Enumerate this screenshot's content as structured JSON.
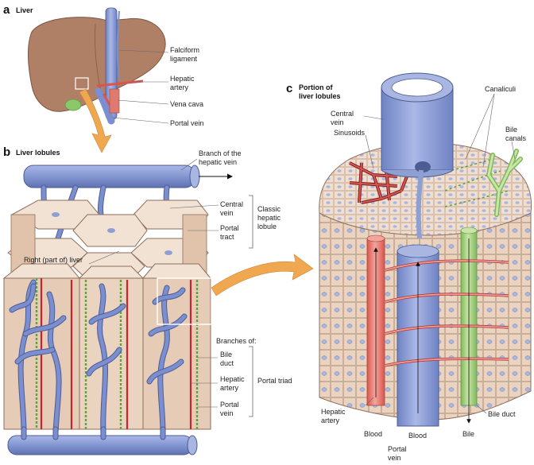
{
  "panels": {
    "a": {
      "letter": "a",
      "title": "Liver"
    },
    "b": {
      "letter": "b",
      "title": "Liver lobules"
    },
    "c": {
      "letter": "c",
      "title_line1": "Portion of",
      "title_line2": "liver lobules"
    }
  },
  "labels_a": {
    "falciform_1": "Falciform",
    "falciform_2": "ligament",
    "hepatic_artery_1": "Hepatic",
    "hepatic_artery_2": "artery",
    "vena_cava": "Vena cava",
    "portal_vein": "Portal vein"
  },
  "labels_b": {
    "branch_1": "Branch of the",
    "branch_2": "hepatic vein",
    "central_vein_1": "Central",
    "central_vein_2": "vein",
    "portal_tract_1": "Portal",
    "portal_tract_2": "tract",
    "classic_1": "Classic",
    "classic_2": "hepatic",
    "classic_3": "lobule",
    "right_liver": "Right (part of) liver",
    "branches_of": "Branches of:",
    "bile_duct_1": "Bile",
    "bile_duct_2": "duct",
    "hepatic_artery_1": "Hepatic",
    "hepatic_artery_2": "artery",
    "portal_vein_1": "Portal",
    "portal_vein_2": "vein",
    "portal_triad": "Portal triad"
  },
  "labels_c": {
    "central_vein_1": "Central",
    "central_vein_2": "vein",
    "sinusoids": "Sinusoids",
    "canaliculi": "Canaliculi",
    "bile_canals_1": "Bile",
    "bile_canals_2": "canals",
    "hepatic_artery_1": "Hepatic",
    "hepatic_artery_2": "artery",
    "blood_left": "Blood",
    "blood_mid": "Blood",
    "portal_vein_1": "Portal",
    "portal_vein_2": "vein",
    "bile": "Bile",
    "bile_duct": "Bile duct"
  },
  "colors": {
    "liver": "#b08066",
    "tissue": "#e8d2c0",
    "vein": "#8e9fd2",
    "artery": "#e07a6e",
    "bile": "#8cc86a",
    "arrow": "#f0a850"
  }
}
